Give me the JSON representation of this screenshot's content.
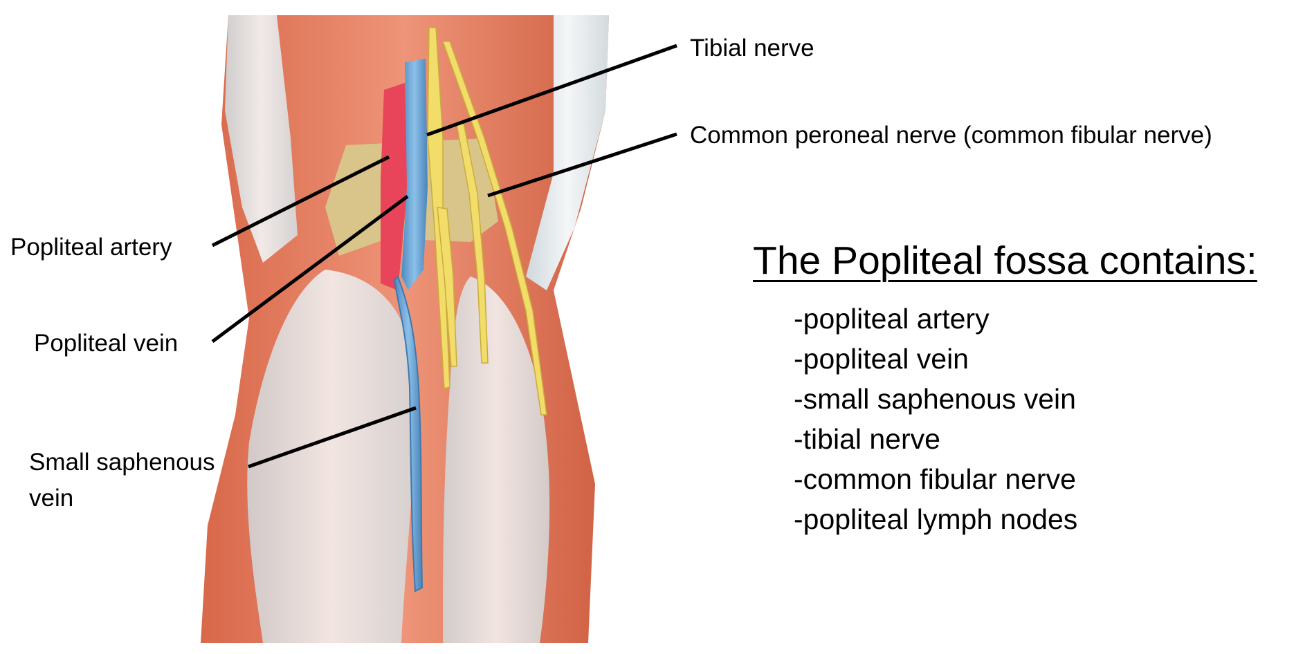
{
  "labels": {
    "tibial_nerve": "Tibial nerve",
    "common_peroneal_nerve": "Common peroneal nerve (common fibular nerve)",
    "popliteal_artery": "Popliteal artery",
    "popliteal_vein": "Popliteal vein",
    "small_saphenous_vein_line1": "Small saphenous",
    "small_saphenous_vein_line2": "vein"
  },
  "contents": {
    "heading": "The Popliteal fossa contains:",
    "items": [
      "-popliteal artery",
      "-popliteal vein",
      "-small saphenous vein",
      "-tibial nerve",
      "-common fibular nerve",
      "-popliteal lymph nodes"
    ]
  },
  "colors": {
    "muscle": "#e07a5a",
    "muscle_dark": "#c85a3e",
    "tendon": "#e8ecee",
    "artery": "#e8445a",
    "vein": "#6aa6d6",
    "nerve": "#f2dc6a",
    "fat": "#d9c48a",
    "leader_line": "#000000"
  }
}
